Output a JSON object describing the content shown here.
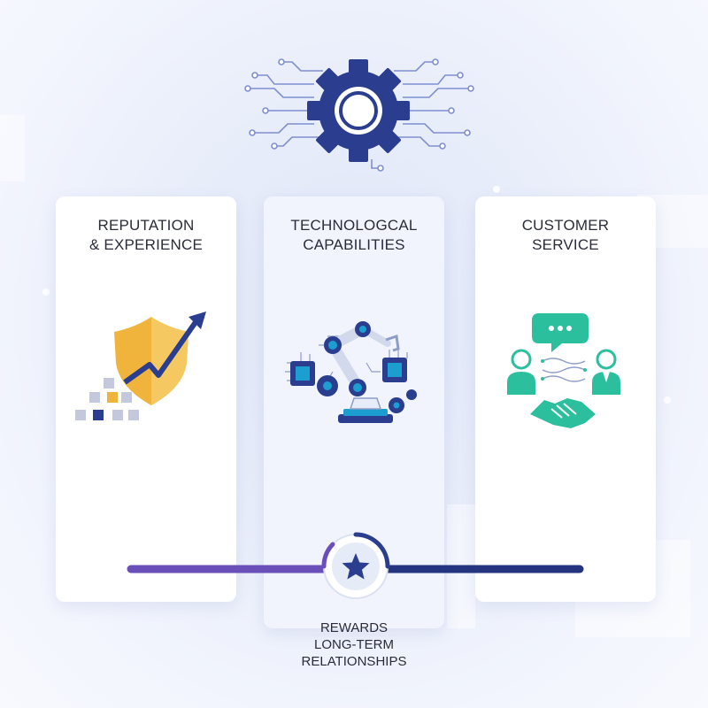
{
  "header": {
    "icon": "gear-circuit-icon"
  },
  "cards": [
    {
      "title": "REPUTATION\n& EXPERIENCE",
      "icon": "shield-growth-icon",
      "accent": "#f0b43c"
    },
    {
      "title": "TECHNOLOGCAL\nCAPABILITIES",
      "icon": "robot-arm-icon",
      "accent": "#1c9fd0"
    },
    {
      "title": "CUSTOMER\nSERVICE",
      "icon": "handshake-chat-icon",
      "accent": "#2cbf9d"
    }
  ],
  "timeline": {
    "badge_icon": "star-icon",
    "left_color": "#6a4fb8",
    "right_color": "#24347e"
  },
  "footer": {
    "label": "REWARDS\nLONG-TERM\nRELATIONSHIPS"
  },
  "colors": {
    "navy": "#2a3d8f",
    "teal": "#2cbf9d",
    "gold": "#f0b43c"
  }
}
